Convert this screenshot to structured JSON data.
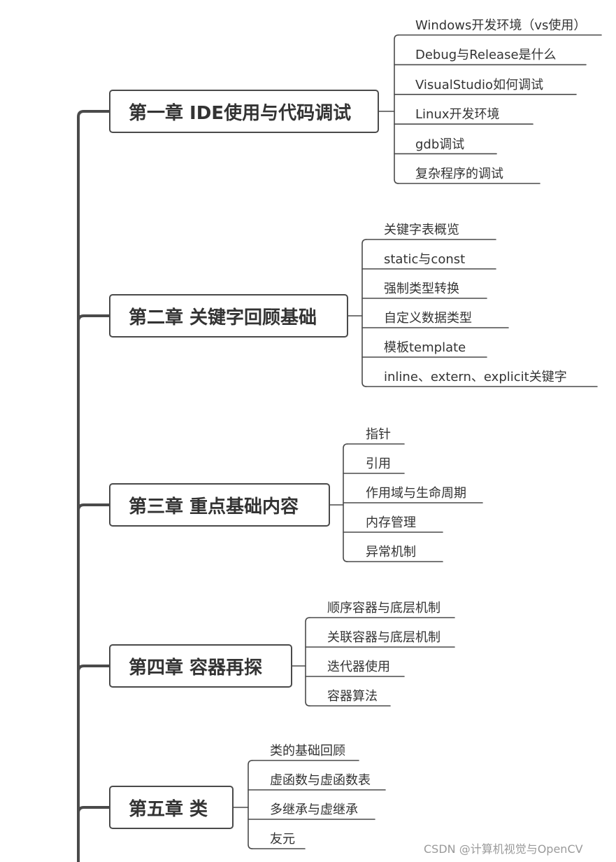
{
  "colors": {
    "line": "#4a4a4a",
    "text": "#333333",
    "watermark": "#9a9a9a"
  },
  "chapters": [
    {
      "title": "第一章 IDE使用与代码调试",
      "items": [
        "Windows开发环境（vs使用）",
        "Debug与Release是什么",
        "VisualStudio如何调试",
        "Linux开发环境",
        "gdb调试",
        "复杂程序的调试"
      ]
    },
    {
      "title": "第二章 关键字回顾基础",
      "items": [
        "关键字表概览",
        "static与const",
        "强制类型转换",
        "自定义数据类型",
        "模板template",
        "inline、extern、explicit关键字"
      ]
    },
    {
      "title": "第三章 重点基础内容",
      "items": [
        "指针",
        "引用",
        "作用域与生命周期",
        "内存管理",
        "异常机制"
      ]
    },
    {
      "title": "第四章 容器再探",
      "items": [
        "顺序容器与底层机制",
        "关联容器与底层机制",
        "迭代器使用",
        "容器算法"
      ]
    },
    {
      "title": "第五章 类",
      "items": [
        "类的基础回顾",
        "虚函数与虚函数表",
        "多继承与虚继承",
        "友元"
      ]
    }
  ],
  "watermark": "CSDN @计算机视觉与OpenCV"
}
